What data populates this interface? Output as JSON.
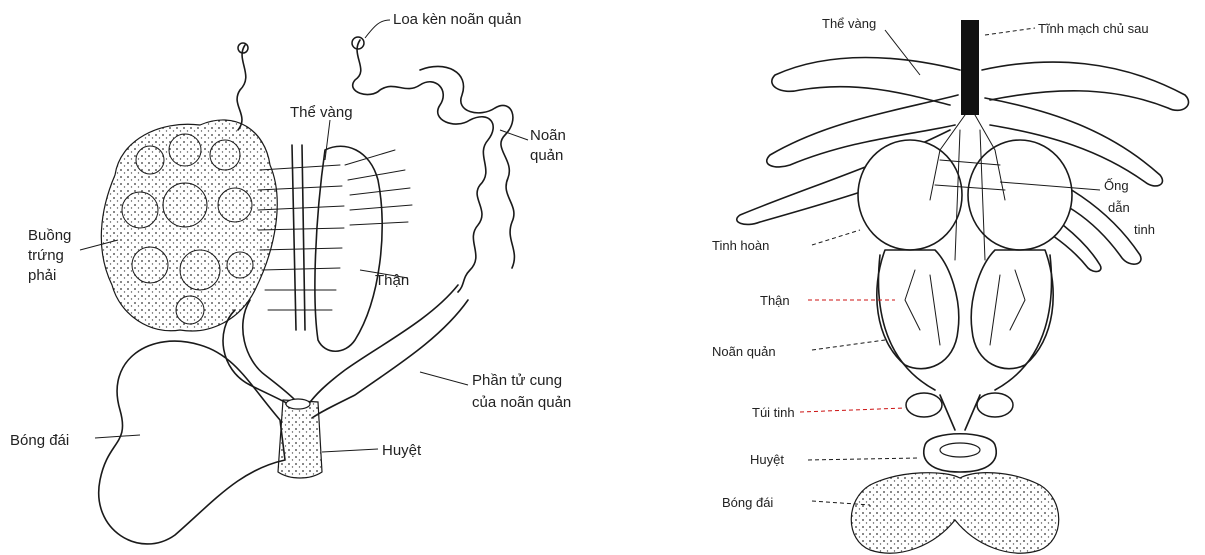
{
  "left_figure": {
    "labels": {
      "infundibulum": "Loa kèn noãn quản",
      "fat_body": "Thể vàng",
      "oviduct": "Noãn quản",
      "ovary": "Buồng trứng phải",
      "kidney": "Thận",
      "uterus": "Phần tử cung của noãn quản",
      "bladder": "Bóng đái",
      "cloaca": "Huyệt"
    }
  },
  "right_figure": {
    "labels": {
      "fat_body": "Thể vàng",
      "vena_cava": "Tĩnh mạch chủ sau",
      "vas_deferens": "Ống dẫn tinh",
      "testis": "Tinh hoàn",
      "kidney": "Thận",
      "oviduct": "Noãn quản",
      "seminal_vesicle": "Túi tinh",
      "cloaca": "Huyệt",
      "bladder": "Bóng đái"
    }
  },
  "colors": {
    "ink": "#1a1a1a",
    "accent_leader": "#cc1111",
    "background": "#ffffff"
  }
}
